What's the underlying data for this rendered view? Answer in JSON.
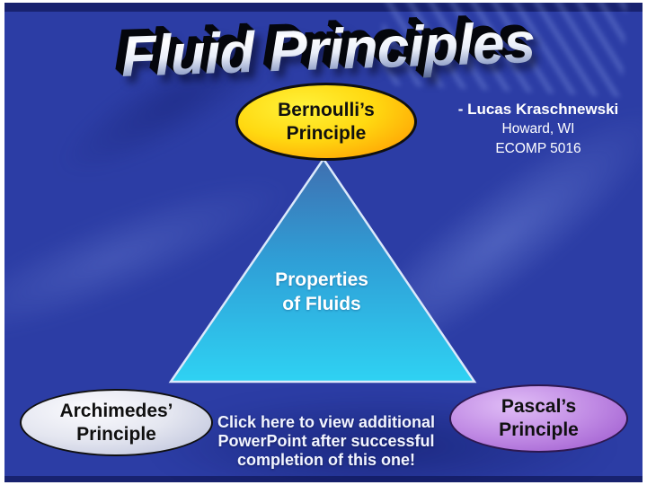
{
  "title": "Fluid Principles",
  "byline": {
    "author": "- Lucas Kraschnewski",
    "location": "Howard, WI",
    "course": "ECOMP 5016"
  },
  "diagram": {
    "center_label": "Properties\nof Fluids",
    "bernoulli_label": "Bernoulli’s\nPrinciple",
    "archimedes_label": "Archimedes’\nPrinciple",
    "pascal_label": "Pascal’s\nPrinciple"
  },
  "footer": {
    "link_text": "Click here to view additional\nPowerPoint after successful\ncompletion of this one!"
  },
  "colors": {
    "background_blue": "#2c3da5",
    "band_navy": "#18226f",
    "bernoulli_yellow": "#ffd911",
    "bernoulli_orange": "#ff9100",
    "archimedes_silver": "#b7bdd8",
    "pascal_purple": "#9a55cc",
    "triangle_top_blue": "#3f6fb0",
    "triangle_bottom_cyan": "#2fd2f3",
    "text_white": "#ffffff",
    "text_black": "#101010"
  }
}
